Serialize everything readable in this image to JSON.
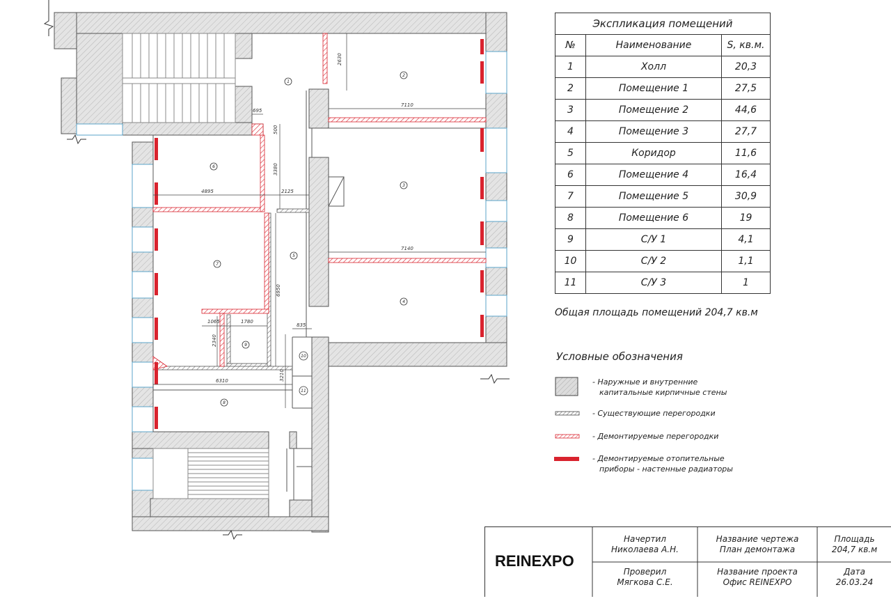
{
  "explication": {
    "title": "Экспликация помещений",
    "headers": {
      "num": "№",
      "name": "Наименование",
      "area": "S, кв.м."
    },
    "rows": [
      {
        "num": "1",
        "name": "Холл",
        "area": "20,3"
      },
      {
        "num": "2",
        "name": "Помещение 1",
        "area": "27,5"
      },
      {
        "num": "3",
        "name": "Помещение 2",
        "area": "44,6"
      },
      {
        "num": "4",
        "name": "Помещение 3",
        "area": "27,7"
      },
      {
        "num": "5",
        "name": "Коридор",
        "area": "11,6"
      },
      {
        "num": "6",
        "name": "Помещение 4",
        "area": "16,4"
      },
      {
        "num": "7",
        "name": "Помещение 5",
        "area": "30,9"
      },
      {
        "num": "8",
        "name": "Помещение 6",
        "area": "19"
      },
      {
        "num": "9",
        "name": "С/У 1",
        "area": "4,1"
      },
      {
        "num": "10",
        "name": "С/У 2",
        "area": "1,1"
      },
      {
        "num": "11",
        "name": "С/У 3",
        "area": "1"
      }
    ],
    "total": "Общая площадь помещений  204,7 кв.м"
  },
  "legend": {
    "title": "Условные обозначения",
    "walls_line1": "- Наружные и внутренние",
    "walls_line2": "капитальные кирпичные стены",
    "existing": "- Существующие  перегородки",
    "demolished": "- Демонтируемые перегородки",
    "radiators_line1": "- Демонтируемые отопительные",
    "radiators_line2": "приборы - настенные радиаторы",
    "colors": {
      "demolish": "#d9232e",
      "wall": "#d9d9d9"
    }
  },
  "plan": {
    "rooms": [
      "1",
      "2",
      "3",
      "4",
      "5",
      "6",
      "7",
      "8",
      "9",
      "10",
      "11"
    ],
    "dims": {
      "d2630": "2630",
      "d695": "695",
      "d7110": "7110",
      "d500": "500",
      "d3380": "3380",
      "d4895": "4895",
      "d2125": "2125",
      "d7140": "7140",
      "d6950": "6950",
      "d1065": "1065",
      "d1780": "1780",
      "d835": "835",
      "d2340": "2340",
      "d6310": "6310",
      "d3210": "3210"
    }
  },
  "stamp": {
    "logo": "REINEXPO",
    "drew_label": "Начертил",
    "drew_name": "Николаева А.Н.",
    "checked_label": "Проверил",
    "checked_name": "Мягкова С.Е.",
    "drawing_label": "Название чертежа",
    "drawing_name": "План демонтажа",
    "project_label": "Название проекта",
    "project_name": "Офис REINEXPO",
    "area_label": "Площадь",
    "area_value": "204,7 кв.м",
    "date_label": "Дата",
    "date_value": "26.03.24"
  }
}
